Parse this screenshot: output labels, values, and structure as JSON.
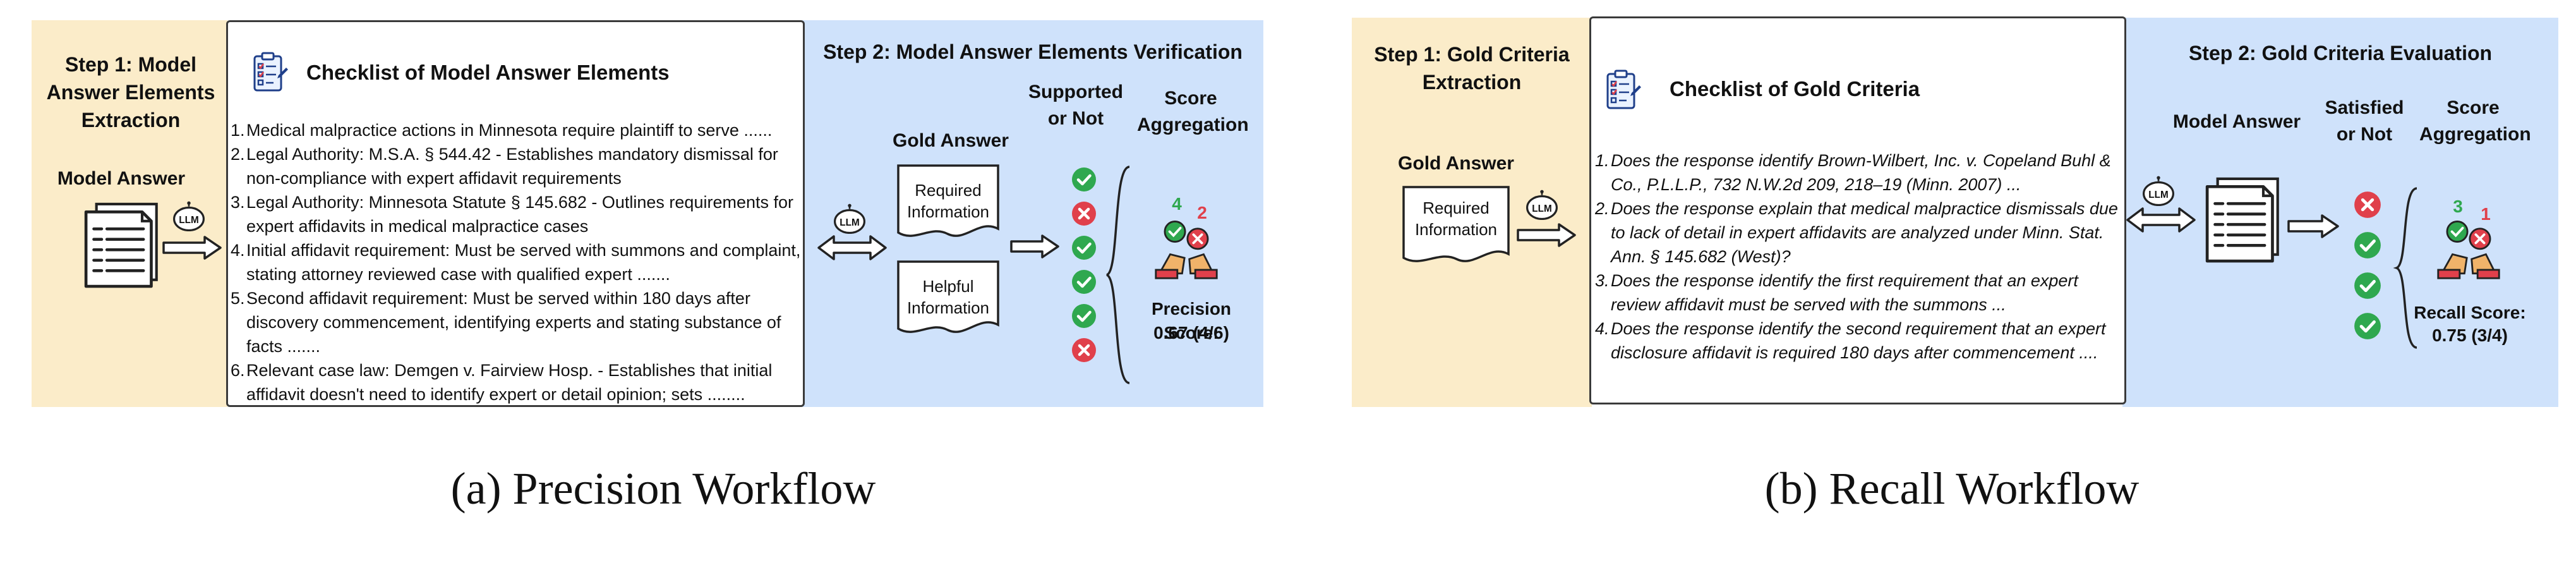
{
  "precision": {
    "step1_title": "Step 1: Model Answer Elements Extraction",
    "step1_input": "Model Answer",
    "checklist_title": "Checklist of Model Answer Elements",
    "items": [
      "Medical malpractice actions in Minnesota require plaintiff to serve  ......",
      "Legal Authority: M.S.A. § 544.42 - Establishes mandatory dismissal for non-compliance with expert affidavit requirements",
      "Legal Authority: Minnesota Statute § 145.682 - Outlines requirements for expert affidavits in medical malpractice cases",
      "Initial affidavit requirement: Must be served with summons and complaint, stating attorney reviewed case with qualified expert  .......",
      "Second affidavit requirement: Must be served within 180 days after discovery commencement, identifying experts and stating substance of facts .......",
      "Relevant case law: Demgen v. Fairview Hosp. - Establishes that initial affidavit doesn't need to identify expert or detail opinion; sets ........"
    ],
    "step2_title": "Step 2: Model Answer Elements Verification",
    "reference_label": "Gold Answer",
    "doc_top": "Required Information",
    "doc_bottom": "Helpful Information",
    "verdict_header": "Supported or Not",
    "aggregation_header": "Score Aggregation",
    "verdicts": [
      "check",
      "cross",
      "check",
      "check",
      "check",
      "cross"
    ],
    "count_pass": "4",
    "count_fail": "2",
    "score_label": "Precision Score:",
    "score_value": "0.67 (4/6)",
    "caption": "(a) Precision Workflow"
  },
  "recall": {
    "step1_title": "Step 1: Gold Criteria Extraction",
    "step1_input": "Gold Answer",
    "doc_label": "Required Information",
    "checklist_title": "Checklist of Gold Criteria",
    "items": [
      "Does the response identify Brown-Wilbert, Inc. v. Copeland Buhl & Co., P.L.L.P., 732 N.W.2d 209, 218–19 (Minn. 2007) ...",
      "Does the response explain that medical malpractice dismissals due to lack of detail in expert affidavits are analyzed under Minn. Stat. Ann. § 145.682 (West)?",
      "Does the response identify the first requirement that an expert review affidavit must be served with the summons ...",
      "Does the response identify the second requirement that an expert disclosure affidavit is required 180 days after commencement ...."
    ],
    "step2_title": "Step 2: Gold Criteria Evaluation",
    "reference_label": "Model Answer",
    "verdict_header": "Satisfied or Not",
    "aggregation_header": "Score Aggregation",
    "verdicts": [
      "cross",
      "check",
      "check",
      "check"
    ],
    "count_pass": "3",
    "count_fail": "1",
    "score_label": "Recall Score:",
    "score_value": "0.75 (3/4)",
    "caption": "(b) Recall Workflow"
  },
  "llm_badge": "LLM",
  "colors": {
    "step1_bg": "#fbecc9",
    "step2_bg": "#cfe2fb",
    "check": "#2fa84f",
    "cross": "#e0404b"
  }
}
